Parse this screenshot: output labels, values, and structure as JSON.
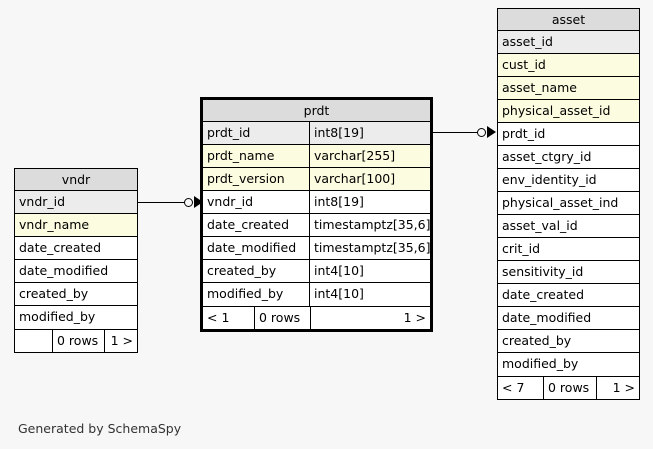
{
  "diagram": {
    "generator_caption": "Generated by SchemaSpy",
    "background_color": "#f7f7f7",
    "header_color": "#dcdcdc",
    "primary_key_color": "#ececec",
    "indexed_column_color": "#fcfce0",
    "border_color": "#000000"
  },
  "tables": {
    "vndr": {
      "title": "vndr",
      "columns": [
        {
          "name": "vndr_id",
          "type": "",
          "style": "pk"
        },
        {
          "name": "vndr_name",
          "type": "",
          "style": "idx"
        },
        {
          "name": "date_created",
          "type": "",
          "style": "plain"
        },
        {
          "name": "date_modified",
          "type": "",
          "style": "plain"
        },
        {
          "name": "created_by",
          "type": "",
          "style": "plain"
        },
        {
          "name": "modified_by",
          "type": "",
          "style": "plain"
        }
      ],
      "footer": {
        "prev": "",
        "rows": "0 rows",
        "next": "1 >"
      }
    },
    "prdt": {
      "title": "prdt",
      "columns": [
        {
          "name": "prdt_id",
          "type": "int8[19]",
          "style": "pk"
        },
        {
          "name": "prdt_name",
          "type": "varchar[255]",
          "style": "idx"
        },
        {
          "name": "prdt_version",
          "type": "varchar[100]",
          "style": "idx"
        },
        {
          "name": "vndr_id",
          "type": "int8[19]",
          "style": "plain"
        },
        {
          "name": "date_created",
          "type": "timestamptz[35,6]",
          "style": "plain"
        },
        {
          "name": "date_modified",
          "type": "timestamptz[35,6]",
          "style": "plain"
        },
        {
          "name": "created_by",
          "type": "int4[10]",
          "style": "plain"
        },
        {
          "name": "modified_by",
          "type": "int4[10]",
          "style": "plain"
        }
      ],
      "footer": {
        "prev": "< 1",
        "rows": "0 rows",
        "next": "1 >"
      }
    },
    "asset": {
      "title": "asset",
      "columns": [
        {
          "name": "asset_id",
          "type": "",
          "style": "pk"
        },
        {
          "name": "cust_id",
          "type": "",
          "style": "idx"
        },
        {
          "name": "asset_name",
          "type": "",
          "style": "idx"
        },
        {
          "name": "physical_asset_id",
          "type": "",
          "style": "idx"
        },
        {
          "name": "prdt_id",
          "type": "",
          "style": "plain"
        },
        {
          "name": "asset_ctgry_id",
          "type": "",
          "style": "plain"
        },
        {
          "name": "env_identity_id",
          "type": "",
          "style": "plain"
        },
        {
          "name": "physical_asset_ind",
          "type": "",
          "style": "plain"
        },
        {
          "name": "asset_val_id",
          "type": "",
          "style": "plain"
        },
        {
          "name": "crit_id",
          "type": "",
          "style": "plain"
        },
        {
          "name": "sensitivity_id",
          "type": "",
          "style": "plain"
        },
        {
          "name": "date_created",
          "type": "",
          "style": "plain"
        },
        {
          "name": "date_modified",
          "type": "",
          "style": "plain"
        },
        {
          "name": "created_by",
          "type": "",
          "style": "plain"
        },
        {
          "name": "modified_by",
          "type": "",
          "style": "plain"
        }
      ],
      "footer": {
        "prev": "< 7",
        "rows": "0 rows",
        "next": "1 >"
      }
    }
  },
  "relationships": [
    {
      "name": "vndr-to-prdt",
      "from_table": "vndr",
      "from_column": "vndr_id",
      "to_table": "prdt",
      "to_column": "vndr_id"
    },
    {
      "name": "prdt-to-asset",
      "from_table": "prdt",
      "from_column": "prdt_id",
      "to_table": "asset",
      "to_column": "prdt_id"
    }
  ]
}
